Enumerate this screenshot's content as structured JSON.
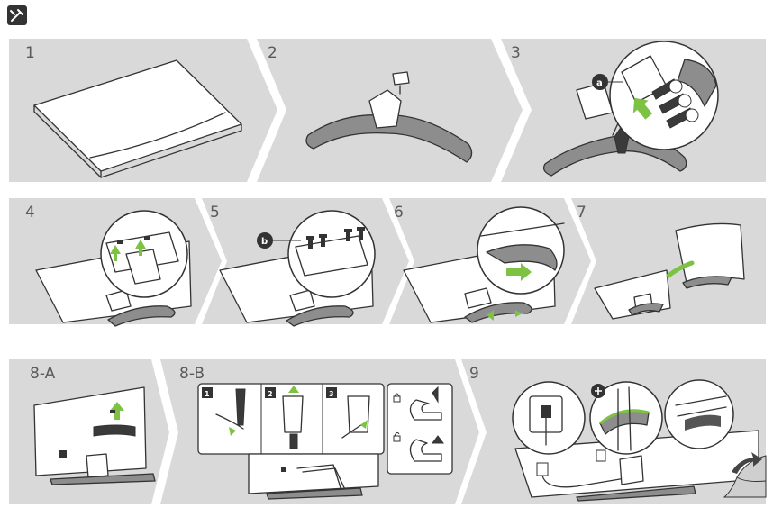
{
  "steps": [
    {
      "label": "1"
    },
    {
      "label": "2"
    },
    {
      "label": "3"
    },
    {
      "label": "4"
    },
    {
      "label": "5"
    },
    {
      "label": "6"
    },
    {
      "label": "7"
    },
    {
      "label": "8-A"
    },
    {
      "label": "8-B"
    },
    {
      "label": "9"
    }
  ],
  "callouts": {
    "a": "a",
    "b": "b"
  },
  "substeps": [
    "1",
    "2",
    "3"
  ],
  "accent_color": "#7dc242",
  "panel_color": "#d9d9d9",
  "icons": [
    "tools-icon",
    "lock-icon",
    "unlock-icon",
    "plus-icon",
    "page-turn-icon"
  ]
}
